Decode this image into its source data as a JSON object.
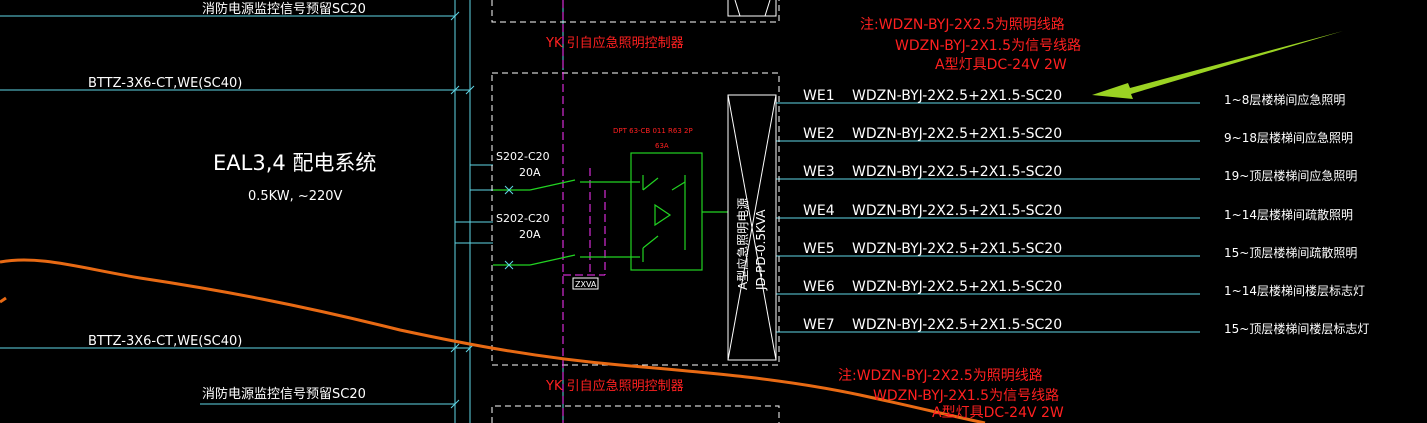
{
  "colors": {
    "background": "#000000",
    "wire": "#5fd6e6",
    "text": "#ffffff",
    "note": "#ff2020",
    "switch": "#22d322",
    "control": "#ff33ff",
    "frame": "#ffffff",
    "markup_curve": "#e86a14",
    "markup_arrow": "#9bd323"
  },
  "top_signal_label": "消防电源监控信号预留SC20",
  "bottom_signal_label": "消防电源监控信号预留SC20",
  "feeder_top": "BTTZ-3X6-CT,WE(SC40)",
  "feeder_bottom": "BTTZ-3X6-CT,WE(SC40)",
  "system_title": "EAL3,4 配电系统",
  "system_spec": "0.5KW, ~220V",
  "breaker1": {
    "model": "S202-C20",
    "rating": "20A"
  },
  "breaker2": {
    "model": "S202-C20",
    "rating": "20A"
  },
  "ats_label": "DPT 63-CB 011 R63 2P",
  "ats_rating": "63A",
  "zxva_label": "ZXVA",
  "control_top": "YK 引自应急照明控制器",
  "control_bottom": "YK 引自应急照明控制器",
  "emergency_box_line1": "A型应急照明电源",
  "emergency_box_line2": "JD-PD-0.5KVA",
  "notes_top": [
    "注:WDZN-BYJ-2X2.5为照明线路",
    "WDZN-BYJ-2X1.5为信号线路",
    "A型灯具DC-24V 2W"
  ],
  "notes_bottom": [
    "注:WDZN-BYJ-2X2.5为照明线路",
    "WDZN-BYJ-2X1.5为信号线路",
    "A型灯具DC-24V 2W"
  ],
  "circuits": [
    {
      "id": "WE1",
      "cable": "WDZN-BYJ-2X2.5+2X1.5-SC20",
      "desc": "1~8层楼梯间应急照明"
    },
    {
      "id": "WE2",
      "cable": "WDZN-BYJ-2X2.5+2X1.5-SC20",
      "desc": "9~18层楼梯间应急照明"
    },
    {
      "id": "WE3",
      "cable": "WDZN-BYJ-2X2.5+2X1.5-SC20",
      "desc": "19~顶层楼梯间应急照明"
    },
    {
      "id": "WE4",
      "cable": "WDZN-BYJ-2X2.5+2X1.5-SC20",
      "desc": "1~14层楼梯间疏散照明"
    },
    {
      "id": "WE5",
      "cable": "WDZN-BYJ-2X2.5+2X1.5-SC20",
      "desc": "15~顶层楼梯间疏散照明"
    },
    {
      "id": "WE6",
      "cable": "WDZN-BYJ-2X2.5+2X1.5-SC20",
      "desc": "1~14层楼梯间楼层标志灯"
    },
    {
      "id": "WE7",
      "cable": "WDZN-BYJ-2X2.5+2X1.5-SC20",
      "desc": "15~顶层楼梯间楼层标志灯"
    }
  ]
}
